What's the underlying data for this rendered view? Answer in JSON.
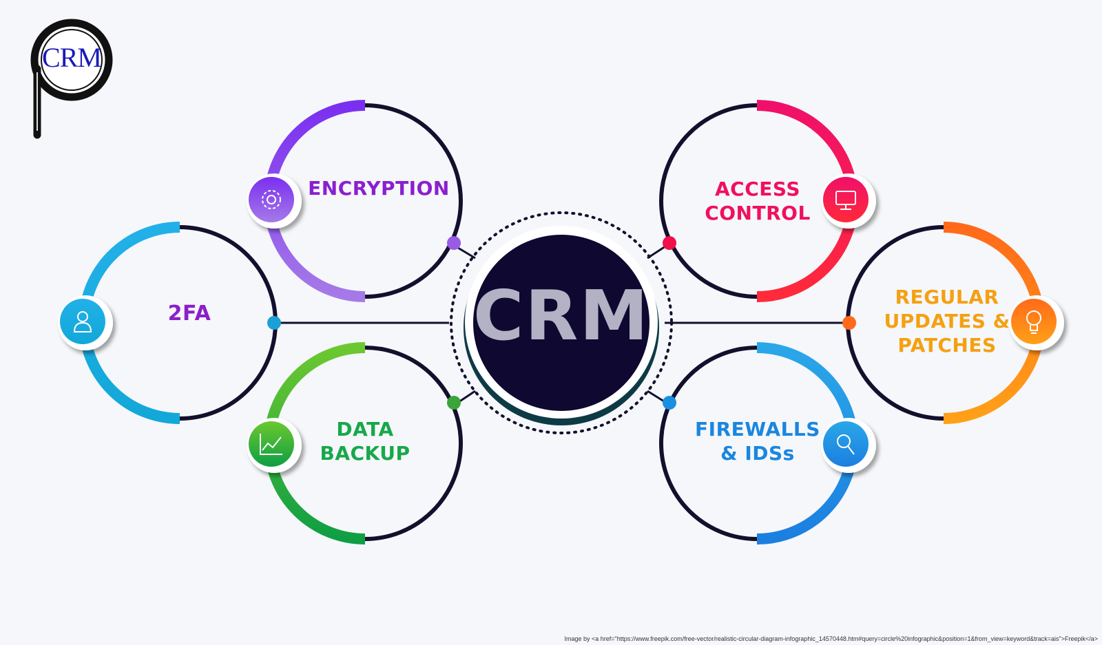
{
  "logo": {
    "text": "CRM"
  },
  "center": {
    "label": "CRM"
  },
  "items": {
    "encryption": {
      "label": "ENCRYPTION",
      "icon": "gear-icon",
      "color": "#8b3fe0"
    },
    "two_fa": {
      "label": "2FA",
      "icon": "user-icon",
      "color": "#8c1fc7"
    },
    "data_backup": {
      "line1": "DATA",
      "line2": "BACKUP",
      "icon": "chart-icon",
      "color": "#17a84a"
    },
    "access_control": {
      "line1": "ACCESS",
      "line2": "CONTROL",
      "icon": "monitor-icon",
      "color": "#f0105c"
    },
    "regular_updates": {
      "line1": "REGULAR",
      "line2": "UPDATES &",
      "line3": "PATCHES",
      "icon": "lightbulb-icon",
      "color": "#f5a012"
    },
    "firewalls": {
      "line1": "FIREWALLS",
      "line2": "& IDSs",
      "icon": "magnifier-icon",
      "color": "#1a86e0"
    }
  },
  "credit": "Image by <a href=\"https://www.freepik.com/free-vector/realistic-circular-diagram-infographic_14570448.htm#query=circle%20infographic&position=1&from_view=keyword&track=ais\">Freepik</a>"
}
